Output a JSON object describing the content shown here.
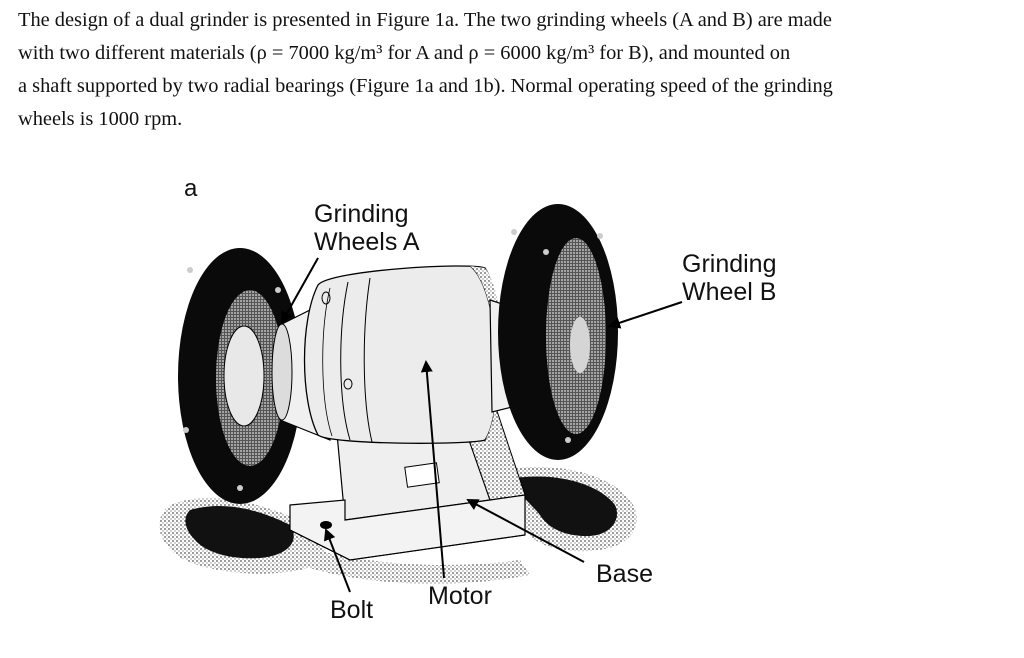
{
  "paragraph": {
    "lines": [
      "The design of a dual grinder is presented in Figure 1a. The two grinding wheels (A and B) are made",
      "with two different materials (ρ = 7000 kg/m³ for A and ρ = 6000 kg/m³ for B), and mounted on",
      "a shaft supported by two radial bearings (Figure 1a and 1b). Normal operating speed of the grinding",
      "wheels is 1000 rpm."
    ]
  },
  "figure": {
    "panel_letter": "a",
    "labels": {
      "wheels_a_line1": "Grinding",
      "wheels_a_line2": "Wheels A",
      "wheel_b_line1": "Grinding",
      "wheel_b_line2": "Wheel B",
      "base": "Base",
      "motor": "Motor",
      "bolt": "Bolt"
    }
  },
  "colors": {
    "text": "#111111",
    "ink": "#000000",
    "body_fill": "#e6e6e6",
    "base_fill": "#efefef"
  }
}
